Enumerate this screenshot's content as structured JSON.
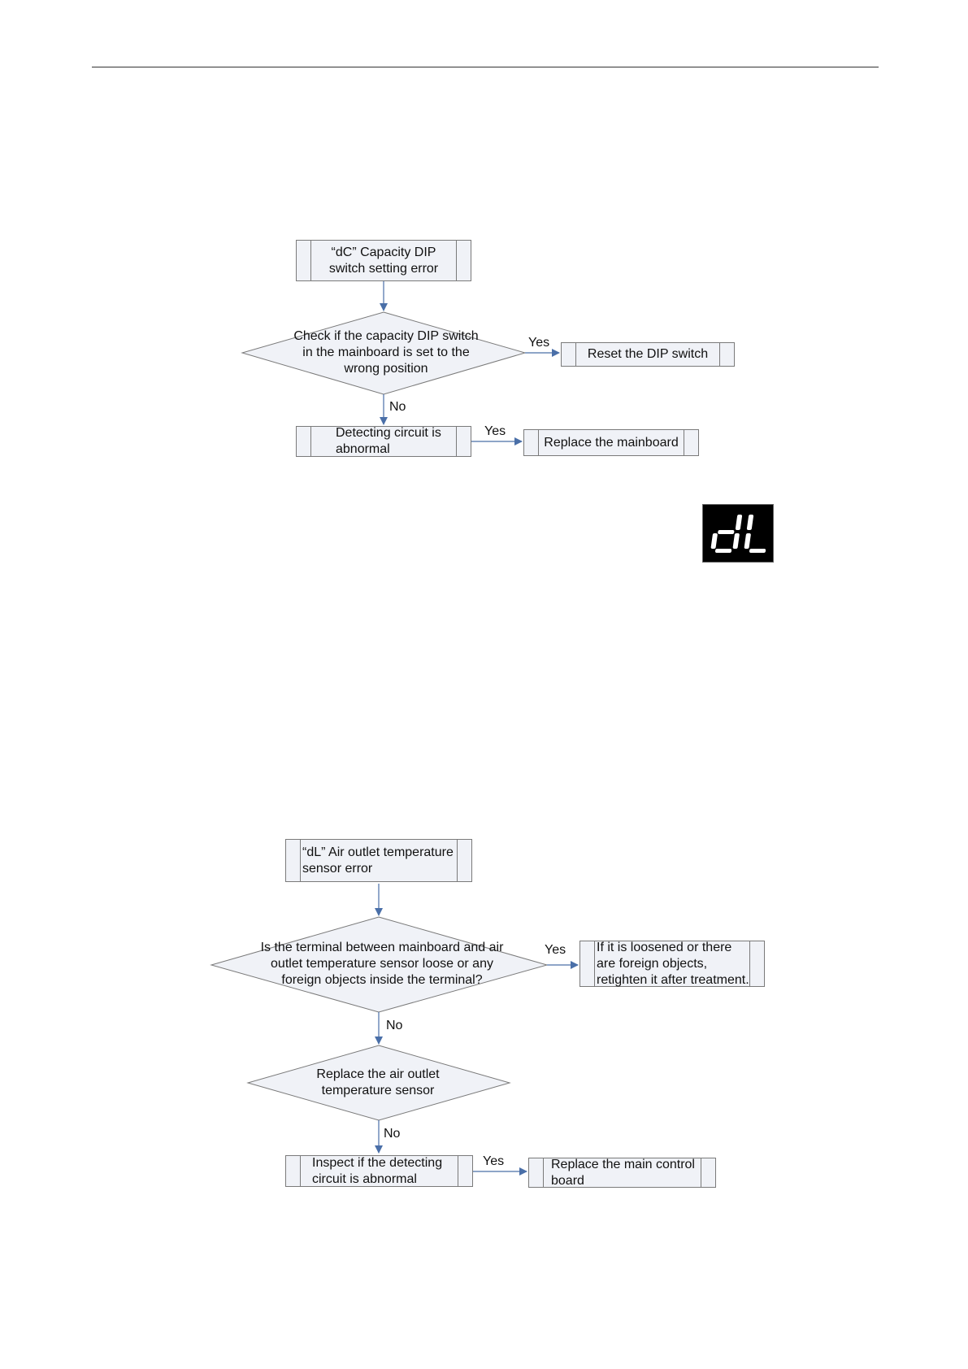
{
  "flow1": {
    "start": "“dC” Capacity DIP switch setting error",
    "decision": "Check if the capacity DIP switch in the mainboard is set to the wrong position",
    "yes_label": "Yes",
    "yes_action": "Reset the DIP switch",
    "no_label": "No",
    "step": "Detecting circuit is abnormal",
    "step_yes_label": "Yes",
    "step_yes_action": "Replace the mainboard"
  },
  "display_icon": {
    "name": "seven-segment-dl-icon",
    "fg": "#ffffff",
    "bg": "#000000"
  },
  "flow2": {
    "start": "“dL” Air outlet temperature sensor error",
    "decision1": "Is the terminal between mainboard and air outlet temperature sensor loose or any foreign objects inside the terminal?",
    "yes_label": "Yes",
    "yes_action": "If it is loosened or there are foreign objects, retighten it after treatment.",
    "no_label_1": "No",
    "decision2": "Replace the air outlet temperature sensor",
    "no_label_2": "No",
    "step": "Inspect if the detecting circuit is abnormal",
    "step_yes_label": "Yes",
    "step_yes_action": "Replace the main control board"
  },
  "colors": {
    "box_fill": "#f0f2f7",
    "box_border": "#7a7a7a",
    "arrow": "#4a6fa8"
  }
}
